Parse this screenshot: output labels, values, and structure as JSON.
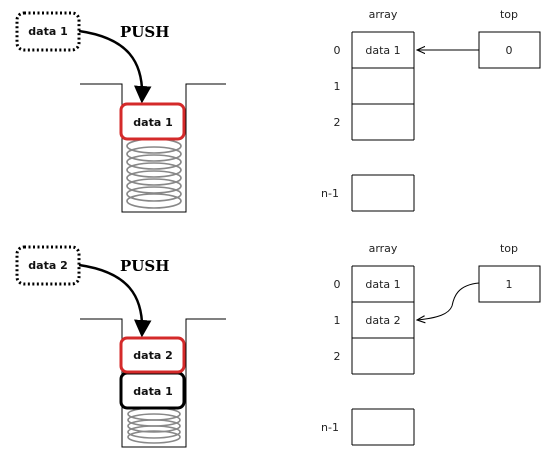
{
  "panel_1": {
    "source_label": "data 1",
    "action_label": "PUSH",
    "stack_top_label": "data 1",
    "array_header": "array",
    "top_header": "top",
    "top_value": "0",
    "indices": [
      "0",
      "1",
      "2",
      "n-1"
    ],
    "cells": [
      "data 1",
      "",
      "",
      ""
    ]
  },
  "panel_2": {
    "source_label": "data 2",
    "action_label": "PUSH",
    "stack_top_label": "data 2",
    "stack_below_label": "data 1",
    "array_header": "array",
    "top_header": "top",
    "top_value": "1",
    "indices": [
      "0",
      "1",
      "2",
      "n-1"
    ],
    "cells": [
      "data 1",
      "data 2",
      "",
      ""
    ]
  },
  "colors": {
    "highlight": "#d42a2a",
    "line": "#000000",
    "spring": "#888888"
  }
}
